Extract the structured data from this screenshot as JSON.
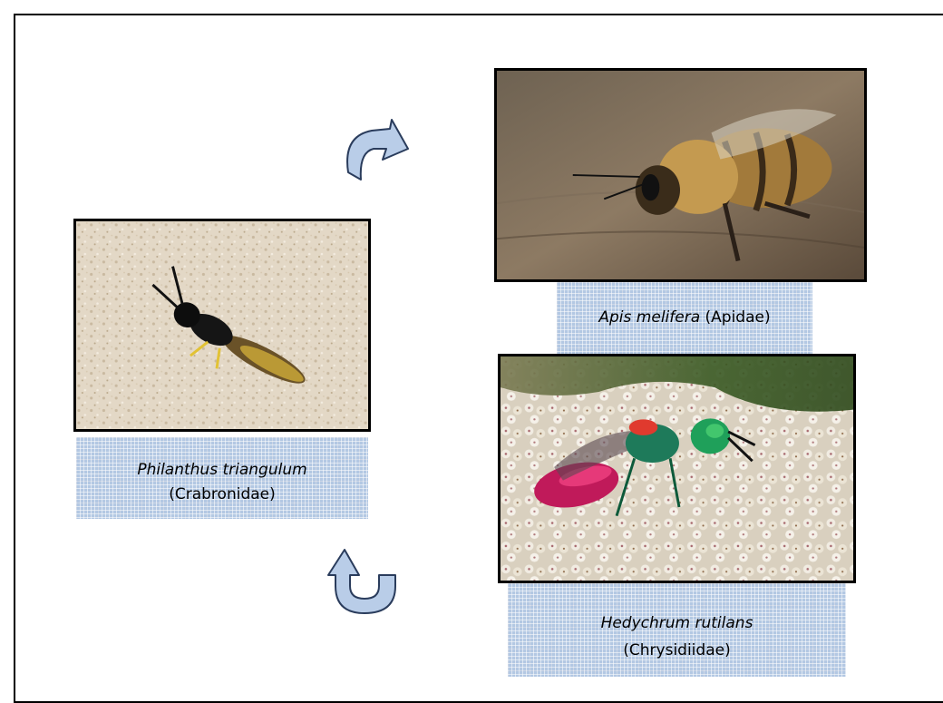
{
  "labels": {
    "philanthus": {
      "species": "Philanthus triangulum",
      "family": "(Crabronidae)"
    },
    "apis": {
      "species": "Apis melifera",
      "family": "(Apidae)"
    },
    "hedychrum": {
      "species": "Hedychrum rutilans",
      "family": "(Chrysidiidae)"
    }
  },
  "icons": {
    "arrow_top": "curved-arrow-clockwise-icon",
    "arrow_bottom": "curved-arrow-u-turn-icon"
  },
  "colors": {
    "label_fill": "#b3c8e3",
    "arrow_fill": "#b9cde8",
    "arrow_stroke": "#2a3c5c",
    "border": "#000000"
  }
}
